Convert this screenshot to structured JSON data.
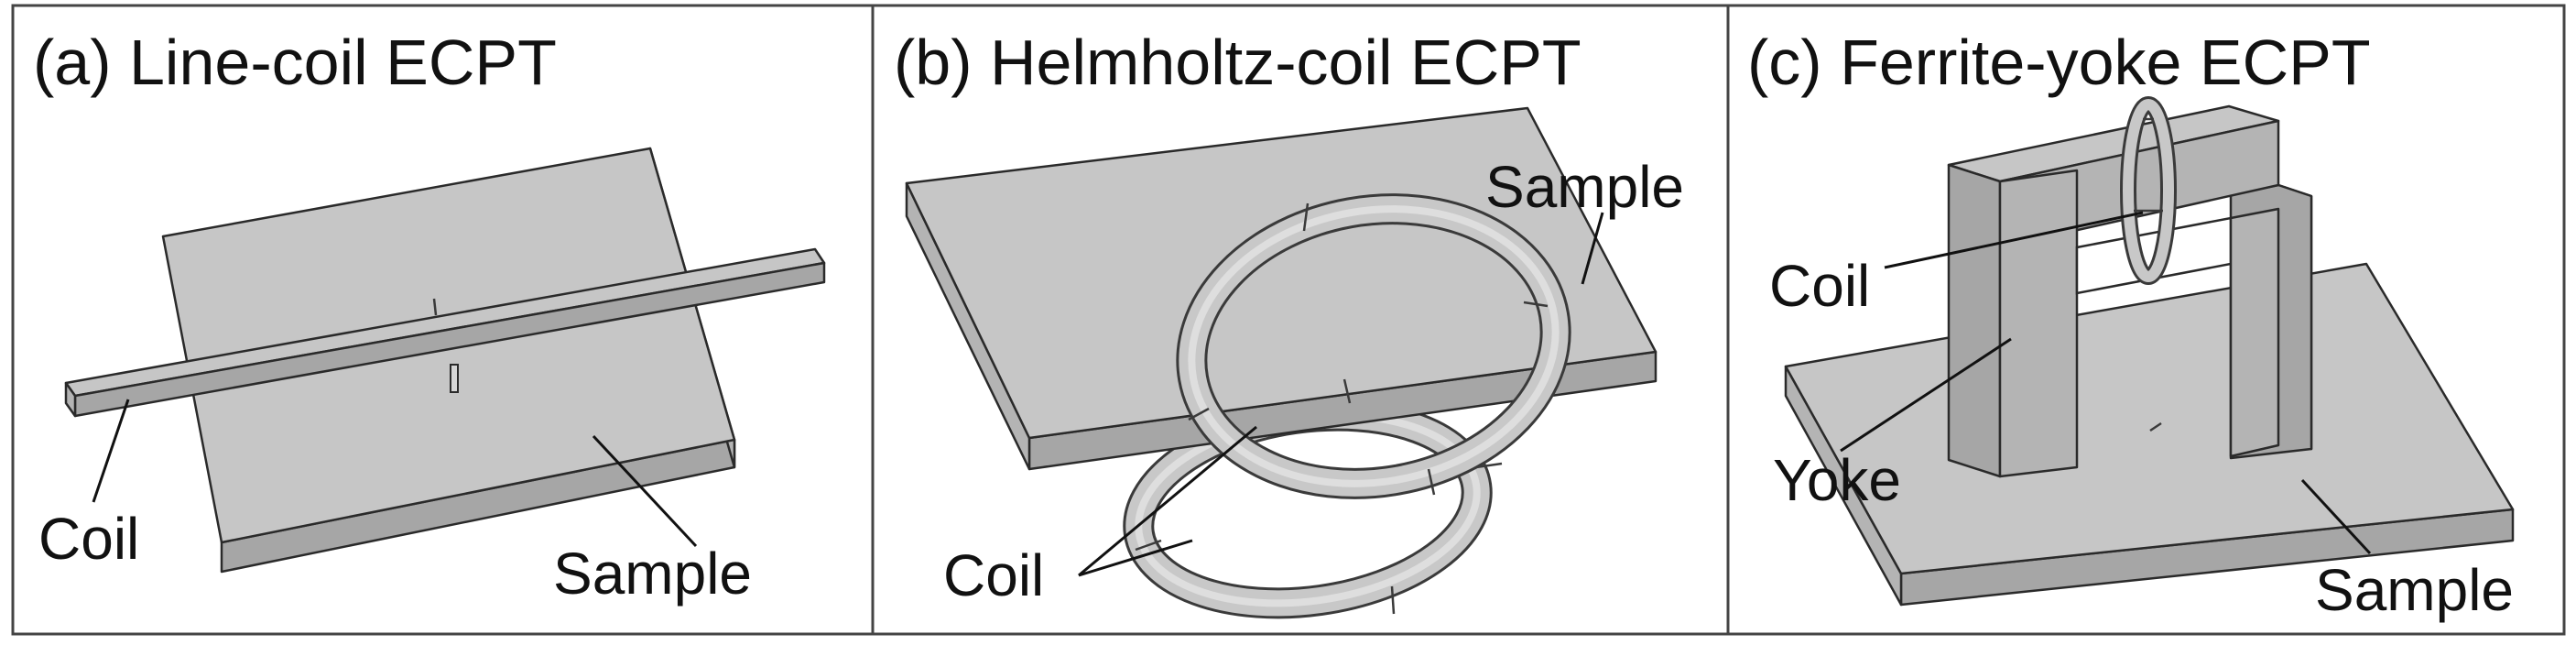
{
  "panels": [
    {
      "id": "a",
      "title": "(a) Line-coil ECPT",
      "labels": {
        "coil": "Coil",
        "sample": "Sample"
      }
    },
    {
      "id": "b",
      "title": "(b) Helmholtz-coil ECPT",
      "labels": {
        "coil": "Coil",
        "sample": "Sample"
      }
    },
    {
      "id": "c",
      "title": "(c) Ferrite-yoke ECPT",
      "labels": {
        "coil": "Coil",
        "yoke": "Yoke",
        "sample": "Sample"
      }
    }
  ]
}
